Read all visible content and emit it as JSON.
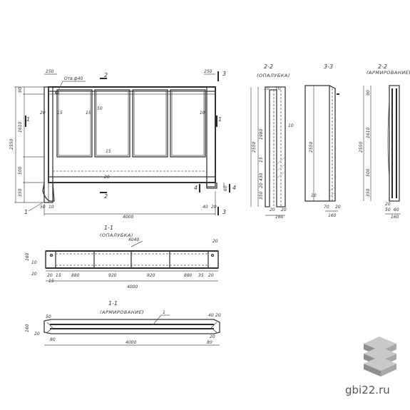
{
  "sheet": {
    "main_view": {
      "hole_label": "Отв.ф40",
      "dims_top": [
        "250",
        "250"
      ],
      "dims_left": [
        "90",
        "1610",
        "2550",
        "500",
        "350"
      ],
      "dims_inner": [
        "20",
        "15",
        "15",
        "50",
        "15",
        "10",
        "20"
      ],
      "dims_bottom": [
        "50",
        "10",
        "40",
        "60",
        "20",
        "4000"
      ],
      "section_marks": [
        "1",
        "1",
        "2",
        "2",
        "3",
        "3",
        "4",
        "4",
        "1"
      ]
    },
    "section_2_2": {
      "title": "2-2",
      "subtitle": "(ОПАЛУБКА)",
      "dims": [
        "10",
        "10",
        "1980",
        "2550",
        "15",
        "430",
        "20",
        "350",
        "20",
        "20",
        "160",
        "10"
      ]
    },
    "section_3_3": {
      "title": "3-3",
      "dims": [
        "2550",
        "10",
        "70",
        "20",
        "160"
      ]
    },
    "section_2_2r": {
      "title": "2-2",
      "subtitle": "(АРМИРОВАНИЕ)",
      "dims": [
        "90",
        "1610",
        "2550",
        "500",
        "350",
        "20",
        "50",
        "60",
        "160"
      ]
    },
    "section_1_1a": {
      "title": "1-1",
      "subtitle": "(ОПАЛУБКА)",
      "dims": [
        "4040",
        "20",
        "160",
        "10",
        "20",
        "15",
        "880",
        "920",
        "920",
        "880",
        "35",
        "20",
        "15",
        "4000",
        "20"
      ]
    },
    "section_1_1b": {
      "title": "1-1",
      "subtitle": "(АРМИРОВАНИЕ)",
      "leader": "1",
      "dims": [
        "50",
        "160",
        "20",
        "40",
        "20",
        "80",
        "20",
        "4000",
        "80"
      ]
    }
  },
  "watermark": {
    "text": "gbi22.ru",
    "logo_icon": "stacked-slabs-icon"
  },
  "colors": {
    "ink": "#3a3a3a",
    "paper": "#ffffff",
    "watermark": "#555555"
  }
}
